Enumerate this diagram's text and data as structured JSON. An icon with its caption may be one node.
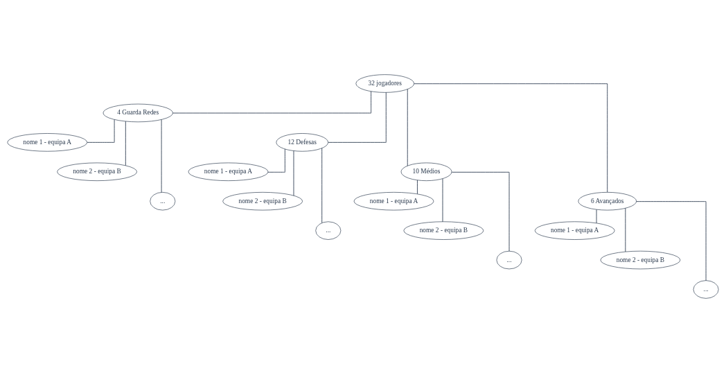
{
  "diagram": {
    "nodes": [
      {
        "text": [
          "32 jogadores"
        ]
      },
      {
        "text": [
          "4 Guarda Redes"
        ]
      },
      {
        "text": [
          "12 Defesas"
        ]
      },
      {
        "text": [
          "10 Médios"
        ]
      },
      {
        "text": [
          "6 Avançados"
        ]
      },
      {
        "text": [
          "nome 1 - equipa A"
        ]
      },
      {
        "text": [
          "nome 1 - equipa A"
        ]
      },
      {
        "text": [
          "nome 1 - equipa A"
        ]
      },
      {
        "text": [
          "nome 1 - equipa A"
        ]
      },
      {
        "text": [
          "nome 2 - equipa B"
        ]
      },
      {
        "text": [
          "nome 2 - equipa B"
        ]
      },
      {
        "text": [
          "nome 2 - equipa B"
        ]
      },
      {
        "text": [
          "nome 2 - equipa B"
        ]
      },
      {
        "text": [
          "..."
        ]
      },
      {
        "text": [
          "..."
        ]
      },
      {
        "text": [
          "..."
        ]
      },
      {
        "text": [
          "..."
        ]
      }
    ],
    "edges": [
      {
        "from": 0,
        "to": 1,
        "arrow": "none"
      },
      {
        "from": 0,
        "to": 2,
        "arrow": "none"
      },
      {
        "from": 0,
        "to": 3,
        "arrow": "none"
      },
      {
        "from": 0,
        "to": 4,
        "arrow": "none"
      },
      {
        "from": 1,
        "to": 5,
        "arrow": "none"
      },
      {
        "from": 1,
        "to": 9,
        "arrow": "none"
      },
      {
        "from": 1,
        "to": 13,
        "arrow": "none"
      },
      {
        "from": 2,
        "to": 6,
        "arrow": "none"
      },
      {
        "from": 2,
        "to": 10,
        "arrow": "none"
      },
      {
        "from": 2,
        "to": 14,
        "arrow": "none"
      },
      {
        "from": 3,
        "to": 7,
        "arrow": "none"
      },
      {
        "from": 3,
        "to": 11,
        "arrow": "none"
      },
      {
        "from": 3,
        "to": 15,
        "arrow": "none"
      },
      {
        "from": 4,
        "to": 8,
        "arrow": "none"
      },
      {
        "from": 4,
        "to": 12,
        "arrow": "none"
      },
      {
        "from": 4,
        "to": 16,
        "arrow": "none"
      }
    ]
  }
}
